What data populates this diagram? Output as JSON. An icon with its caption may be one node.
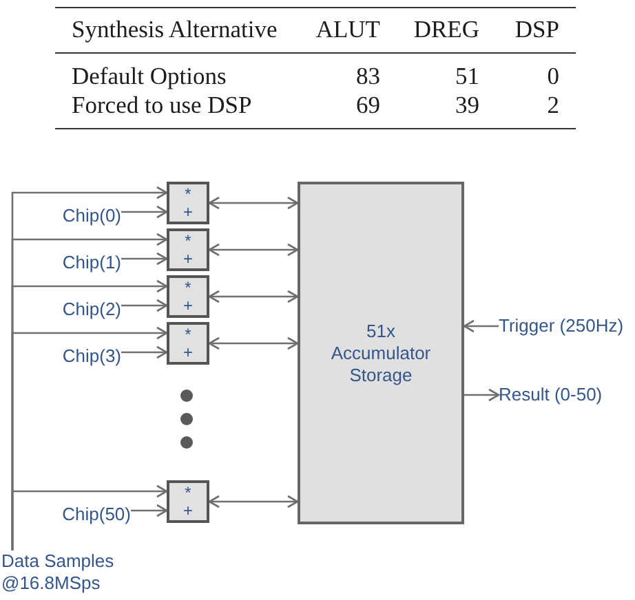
{
  "diagram": {
    "nodes": [
      {
        "text": [
          "*",
          "+"
        ]
      },
      {
        "text": [
          "*",
          "+"
        ]
      },
      {
        "text": [
          "*",
          "+"
        ]
      },
      {
        "text": [
          "*",
          "+"
        ]
      },
      {
        "text": [
          "*",
          "+"
        ]
      },
      {
        "text": [
          "51x Accumulator Storage"
        ]
      },
      {
        "text": [
          "Trigger (250Hz)"
        ]
      },
      {
        "text": [
          "Result (0-50)"
        ]
      },
      {
        "text": [
          "Chip(0)"
        ]
      },
      {
        "text": [
          "Chip(1)"
        ]
      },
      {
        "text": [
          "Chip(2)"
        ]
      },
      {
        "text": [
          "Chip(3)"
        ]
      },
      {
        "text": [
          "Chip(50)"
        ]
      },
      {
        "text": [
          "Data Samples @16.8MSps"
        ]
      }
    ],
    "edges": [
      {
        "from": 13,
        "to": 0,
        "arrow": "to"
      },
      {
        "from": 13,
        "to": 1,
        "arrow": "to"
      },
      {
        "from": 13,
        "to": 2,
        "arrow": "to"
      },
      {
        "from": 13,
        "to": 3,
        "arrow": "to"
      },
      {
        "from": 13,
        "to": 4,
        "arrow": "to"
      },
      {
        "from": 8,
        "to": 0,
        "arrow": "to"
      },
      {
        "from": 9,
        "to": 1,
        "arrow": "to"
      },
      {
        "from": 10,
        "to": 2,
        "arrow": "to"
      },
      {
        "from": 11,
        "to": 3,
        "arrow": "to"
      },
      {
        "from": 12,
        "to": 4,
        "arrow": "to"
      },
      {
        "from": 0,
        "to": 5,
        "arrow": "both"
      },
      {
        "from": 1,
        "to": 5,
        "arrow": "both"
      },
      {
        "from": 2,
        "to": 5,
        "arrow": "both"
      },
      {
        "from": 3,
        "to": 5,
        "arrow": "both"
      },
      {
        "from": 4,
        "to": 5,
        "arrow": "both"
      },
      {
        "from": 6,
        "to": 5,
        "arrow": "to"
      },
      {
        "from": 5,
        "to": 7,
        "arrow": "to"
      }
    ],
    "labels": [
      "Synthesis Alternative",
      "ALUT",
      "DREG",
      "DSP",
      "Default Options",
      "83",
      "51",
      "0",
      "Forced to use DSP",
      "69",
      "39",
      "2"
    ]
  }
}
